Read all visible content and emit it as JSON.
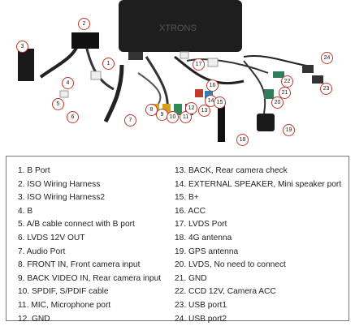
{
  "callouts": [
    "1",
    "2",
    "3",
    "4",
    "5",
    "6",
    "7",
    "8",
    "9",
    "10",
    "11",
    "12",
    "13",
    "14",
    "15",
    "16",
    "17",
    "18",
    "19",
    "20",
    "21",
    "22",
    "23",
    "24"
  ],
  "watermark": "XTRONS",
  "legend_left": [
    "1. B Port",
    "2. ISO Wiring Harness",
    "3. ISO Wiring Harness2",
    "4. B",
    "5. A/B cable connect with B port",
    "6. LVDS 12V OUT",
    "7. Audio Port",
    "8. FRONT IN, Front camera input",
    "9. BACK VIDEO IN, Rear camera input",
    "10. SPDIF, S/PDIF cable",
    "11. MIC, Microphone port",
    "12. GND"
  ],
  "legend_right": [
    "13. BACK, Rear camera check",
    "14. EXTERNAL SPEAKER, Mini speaker port",
    "15. B+",
    "16. ACC",
    "17. LVDS Port",
    "18. 4G antenna",
    "19. GPS antenna",
    "20. LVDS, No need to connect",
    "21. GND",
    "22. CCD 12V, Camera ACC",
    "23. USB port1",
    "24. USB port2"
  ]
}
